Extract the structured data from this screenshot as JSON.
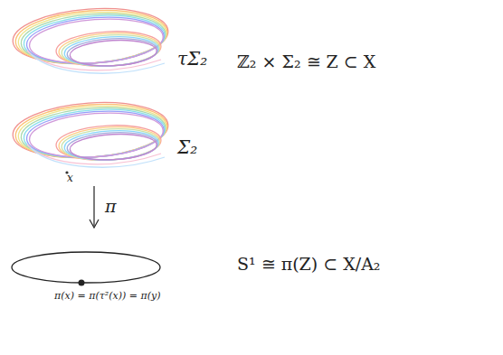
{
  "diagram": {
    "labels": [
      "τΣ₂",
      "ℤ₂ × Σ₂ ≅ Z ⊂ X",
      "Σ₂",
      "x",
      "π",
      "S¹ ≅ π(Z) ⊂ X/A₂",
      "π(x) = π(τ²(x)) = π(y)"
    ]
  }
}
